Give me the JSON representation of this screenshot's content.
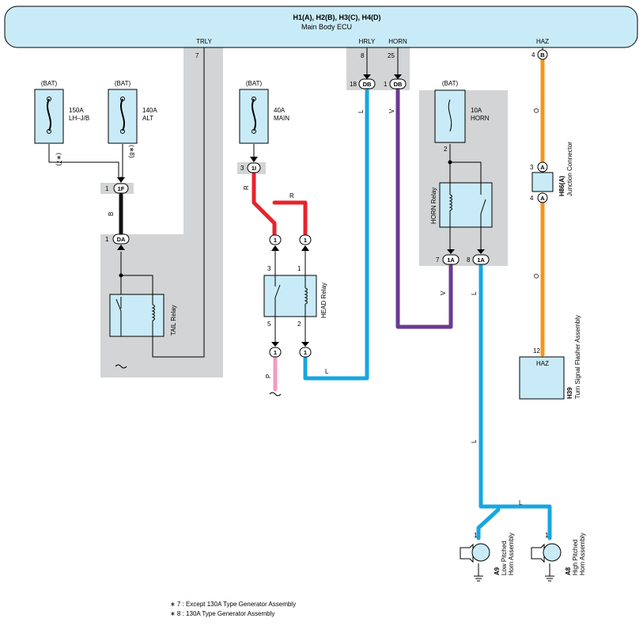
{
  "ecu": {
    "title": "H1(A), H2(B), H3(C), H4(D)",
    "subtitle": "Main Body ECU",
    "terminals": [
      "TRLY",
      "HRLY",
      "HORN",
      "HAZ"
    ]
  },
  "pins": {
    "trly": "7",
    "hrly": "8",
    "horn": "25",
    "haz": "4",
    "db18": "18",
    "db1": "1",
    "ii3": "3",
    "if1": "1",
    "da1": "1",
    "head3": "3",
    "head1": "1",
    "head5": "5",
    "head2": "2",
    "horn_fuse2": "2",
    "a7": "7",
    "a8": "8",
    "jc3": "3",
    "jc4": "4",
    "haz12": "12",
    "a9_1": "1",
    "a8_1": "1"
  },
  "connectors": {
    "haz_b": "B",
    "db_left": "DB",
    "db_right": "DB",
    "ii": "1I",
    "if": "1F",
    "da": "DA",
    "head_in_l": "1",
    "head_in_r": "1",
    "head_out_l": "1",
    "head_out_r": "1",
    "horn_1a_l": "1A",
    "horn_1a_r": "1A",
    "jc_a_top": "A",
    "jc_a_bot": "A"
  },
  "fuses": {
    "bat_label": "(BAT)",
    "f150_a": "150A",
    "f150_b": "LH–J/B",
    "f140_a": "140A",
    "f140_b": "ALT",
    "f40_a": "40A",
    "f40_b": "MAIN",
    "f10_a": "10A",
    "f10_b": "HORN",
    "star7": "(∗7)",
    "star8": "(∗8)"
  },
  "relays": {
    "tail": "TAIL Relay",
    "head": "HEAD Relay",
    "horn": "HORN Relay"
  },
  "wire_colors": {
    "b": "B",
    "r": "R",
    "l": "L",
    "v": "V",
    "o": "O",
    "p": "P"
  },
  "components": {
    "jc_code": "H86(A)",
    "jc_name": "Junction Connector",
    "haz_box": "HAZ",
    "flasher_code": "H39",
    "flasher_name": "Turn Signal Flasher Assembly",
    "a9_code": "A9",
    "a9_name_1": "Low Pitched",
    "a9_name_2": "Horn Assembly",
    "a8_code": "A8",
    "a8_name_1": "High Pitched",
    "a8_name_2": "Horn Assembly"
  },
  "notes": [
    "∗ 7 : Except 130A Type Generator Assembly",
    "∗ 8 : 130A Type Generator Assembly"
  ],
  "colors": {
    "ecu_fill": "#c9ebf7",
    "component_fill": "#c9ebf7",
    "shade": "#d3d4d5",
    "wire_blue": "#16a7e0",
    "wire_red": "#e8232a",
    "wire_violet": "#6a3a94",
    "wire_orange": "#f7941d",
    "wire_pink": "#f29bc1",
    "wire_black": "#111111"
  }
}
